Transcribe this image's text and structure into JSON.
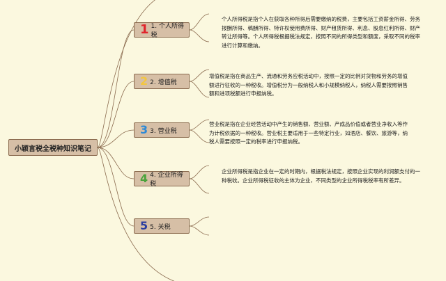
{
  "root": {
    "label": "小颖言税全税种知识笔记"
  },
  "topics": [
    {
      "number": "1",
      "label": "1. 个人所得税",
      "description": "个人所得税是指个人在获取各种所得后需要缴纳的税费，主要包括工资薪金所得、劳务报酬所得、稿酬所得、特许权使用费所得、财产租赁所得、利息、股息红利所得、财产转让所得等。个人所得税根据税法规定，按照不同的所得类型和额度，采取不同的税率进行计算和缴纳。"
    },
    {
      "number": "2",
      "label": "2. 增值税",
      "description": "增值税是指在商品生产、流通和劳务应税活动中，按照一定的比例对货物和劳务的增值额进行征收的一种税收。增值税分为一般纳税人和小规模纳税人，纳税人需要按照销售额和进项税额进行申报纳税。"
    },
    {
      "number": "3",
      "label": "3. 营业税",
      "description": "营业税是指在企业经营活动中产生的销售额、营业额、产成品价值或者营业净收入等作为计税依据的一种税收。营业税主要适用于一些特定行业，如酒店、餐饮、旅游等，纳税人需要按照一定的税率进行申报纳税。"
    },
    {
      "number": "4",
      "label": "4. 企业所得税",
      "description": "企业所得税是指企业在一定的时期内，根据税法规定，按照企业实现的利润额支付的一种税收。企业所得税征收的主体为企业，不同类型的企业所得税税率有所差异。"
    },
    {
      "number": "5",
      "label": "5. 关税",
      "description": ""
    }
  ],
  "colors": {
    "background": "#fbf8df",
    "node_fill": "#d6bfa6",
    "node_border": "#8a6a4e",
    "connector": "#8a6a4e",
    "number_1": "#e0242b",
    "number_2": "#f3c63f",
    "number_3": "#2e8ad6",
    "number_4": "#4aa33b",
    "number_5": "#2b3ea0"
  }
}
